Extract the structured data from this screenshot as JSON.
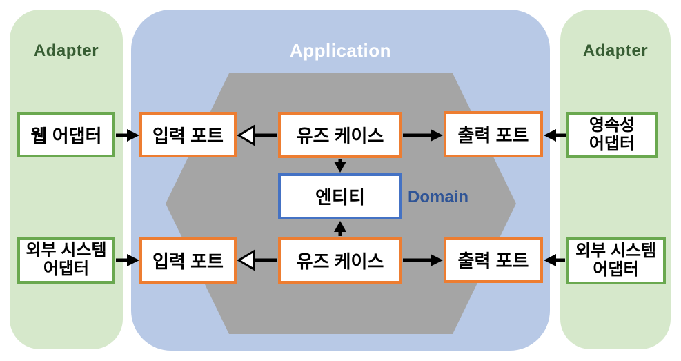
{
  "panels": {
    "left_adapter_title": "Adapter",
    "application_title": "Application",
    "right_adapter_title": "Adapter"
  },
  "labels": {
    "domain": "Domain"
  },
  "boxes": {
    "web_adapter": "웹 어댑터",
    "input_port_top": "입력 포트",
    "use_case_top": "유즈 케이스",
    "output_port_top": "출력 포트",
    "persistence_adapter": "영속성\n어댑터",
    "entity": "엔티티",
    "external_system_adapter_left": "외부 시스템\n어댑터",
    "input_port_bottom": "입력 포트",
    "use_case_bottom": "유즈 케이스",
    "output_port_bottom": "출력 포트",
    "external_system_adapter_right": "외부 시스템\n어댑터"
  },
  "colors": {
    "panel_green": "#d6e8cb",
    "panel_blue": "#b8c9e6",
    "hexagon_gray": "#a5a5a5",
    "border_green": "#6aa84f",
    "border_orange": "#ed7d31",
    "border_blue": "#4472c4",
    "adapter_title_green": "#375d33",
    "application_title_white": "#ffffff",
    "domain_label_blue": "#2f5496",
    "arrow_black": "#000000"
  }
}
